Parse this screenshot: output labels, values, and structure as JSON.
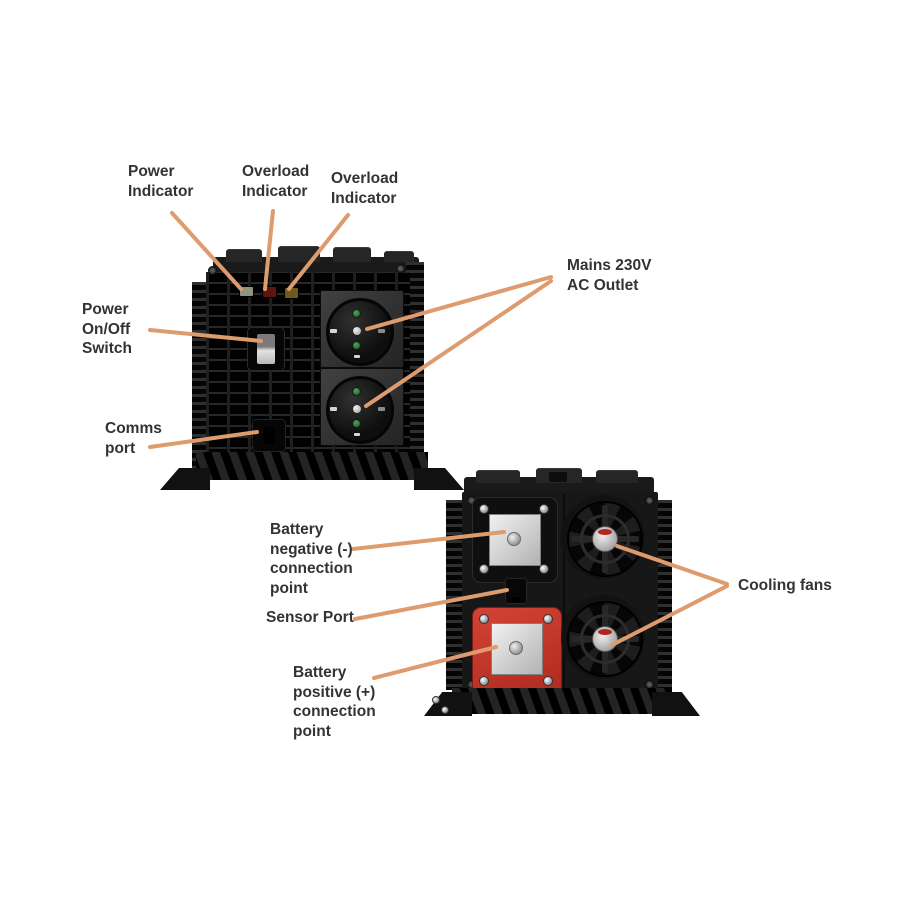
{
  "labels": {
    "power_indicator": {
      "text": "Power\nIndicator"
    },
    "overload_indicator_1": {
      "text": "Overload\nIndicator"
    },
    "overload_indicator_2": {
      "text": "Overload\nIndicator"
    },
    "mains_ac_outlet": {
      "text": "Mains 230V\nAC Outlet"
    },
    "power_switch": {
      "text": "Power\nOn/Off\nSwitch"
    },
    "comms_port": {
      "text": "Comms\nport"
    },
    "battery_negative": {
      "text": "Battery\nnegative (-)\nconnection\npoint"
    },
    "sensor_port": {
      "text": "Sensor Port"
    },
    "battery_positive": {
      "text": "Battery\npositive (+)\nconnection\npoint"
    },
    "cooling_fans": {
      "text": "Cooling fans"
    }
  },
  "colors": {
    "background": "#ffffff",
    "label_text": "#333333",
    "leader_line": "#dd9b6e",
    "device_body": "#171717",
    "battery_positive_red": "#c4372a",
    "terminal_plate_silver": "#d6d6d6",
    "outlet_hole_green": "#3c7d42",
    "led_power": "#8f9383",
    "led_overload_red": "#5e1410",
    "led_overload_amber": "#6e5a1c"
  }
}
